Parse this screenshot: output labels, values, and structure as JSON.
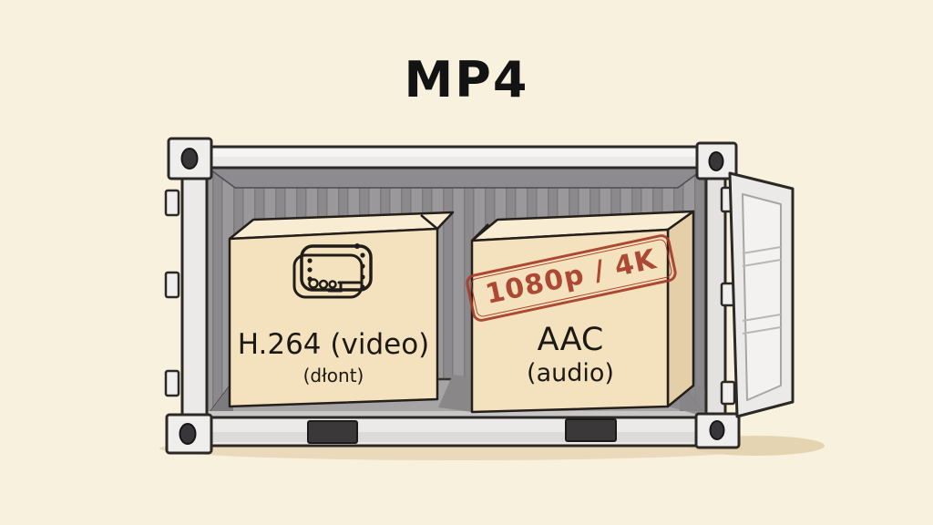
{
  "title": "MP4",
  "diagram": {
    "description_colors": {
      "background": "#f8f1de",
      "container_frame": "#eceae8",
      "container_interior": "#9a989b",
      "box_front": "#f4e2be",
      "box_top": "#f8ecd2",
      "box_side": "#e5cfa8",
      "stamp_red": "#a63c28",
      "outline": "#2b2826"
    },
    "left_box": {
      "icon": "film-frame-icon",
      "label": "H.264 (video)",
      "sublabel": "(dłont)"
    },
    "right_box": {
      "stamp_label": "1080p / 4K",
      "label": "AAC",
      "sublabel": "(audio)"
    }
  }
}
